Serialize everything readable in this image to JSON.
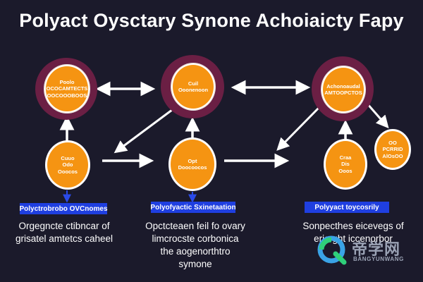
{
  "title": "Polyact Oysctary Synone Achoiaicty Fapy",
  "nodes": {
    "top_left": "Poolo\nOCOCAMTECTS\nOOCOOOBOOS",
    "top_mid": "Cuil\nOoonenoon",
    "top_right": "Achonoaudal\nAMTOOPCTOS",
    "mid_left": "Cuuo\nOdo\nOoocos",
    "mid_center": "Opt\nDoocoocos",
    "mid_right": "Craa\nDis\nOoos",
    "far_right": "OO\nPCRRID\nAlOsOO"
  },
  "labels": {
    "left": "Polyctrobrobo OVCnomes",
    "center": "Polyofyactic Sxinetaation",
    "right": "Polyyact toycosrily"
  },
  "captions": {
    "left": "Orgegncte ctibncar of\ngrisatel amtetcs caheel",
    "center": "Opctcteaen feil fo ovary\nlimcrocste corbonica\nthe aogenorthtro\nsymone",
    "right": "Sonpecthes eicevegs of\neria ght iccenorbor"
  },
  "watermark": {
    "text": "帝学网",
    "sub": "BANGYUNWANG"
  },
  "colors": {
    "background": "#1b1a2b",
    "node": "#f59412",
    "ring": "#6b1f44",
    "label": "#1f3fe0"
  }
}
